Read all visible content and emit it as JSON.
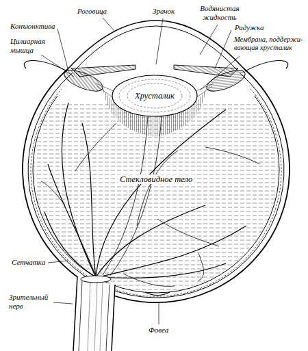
{
  "diagram": {
    "labels": [
      "Роговица",
      "Зрачок",
      "Водянистая жидкость",
      "Радужка",
      "Конъюнктива",
      "Мембрана, поддержи- вающая хрусталик",
      "Цилиарная мышца",
      "Хрусталик",
      "Стекловидное тело",
      "Сетчатка",
      "Зрительный нерв",
      "Фовеа"
    ]
  }
}
